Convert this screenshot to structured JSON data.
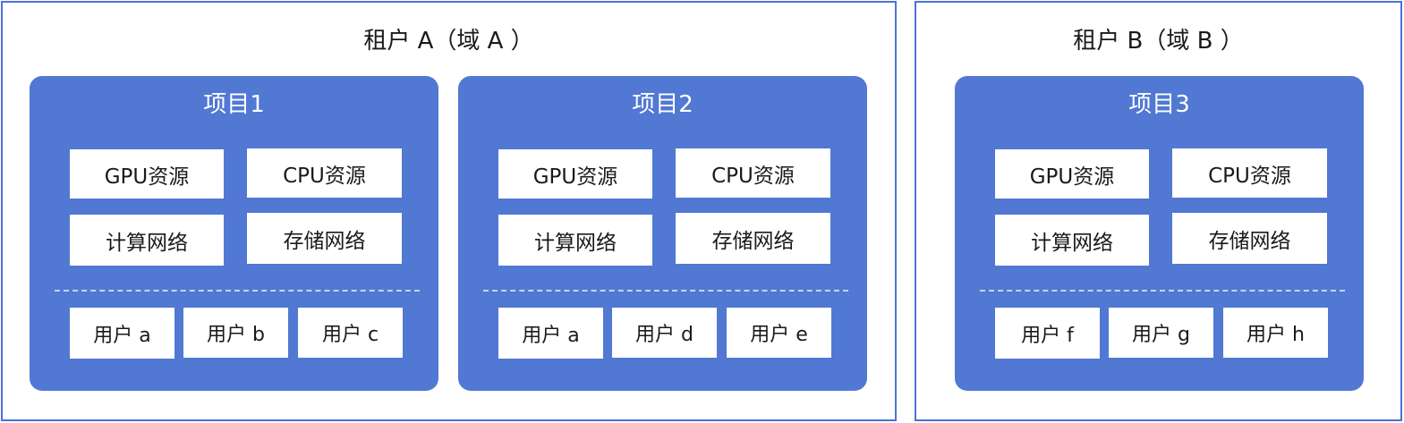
{
  "tenants": [
    {
      "title": "租户 A（域 A ）",
      "projects": [
        {
          "title": "项目1",
          "resources": [
            "GPU资源",
            "CPU资源",
            "计算网络",
            "存储网络"
          ],
          "users": [
            "用户 a",
            "用户 b",
            "用户 c"
          ]
        },
        {
          "title": "项目2",
          "resources": [
            "GPU资源",
            "CPU资源",
            "计算网络",
            "存储网络"
          ],
          "users": [
            "用户 a",
            "用户 d",
            "用户 e"
          ]
        }
      ]
    },
    {
      "title": "租户 B（域 B ）",
      "projects": [
        {
          "title": "项目3",
          "resources": [
            "GPU资源",
            "CPU资源",
            "计算网络",
            "存储网络"
          ],
          "users": [
            "用户 f",
            "用户 g",
            "用户 h"
          ]
        }
      ]
    }
  ],
  "colors": {
    "tenant_border": "#4a72d6",
    "project_fill": "#5178d2",
    "box_fill": "#ffffff"
  }
}
